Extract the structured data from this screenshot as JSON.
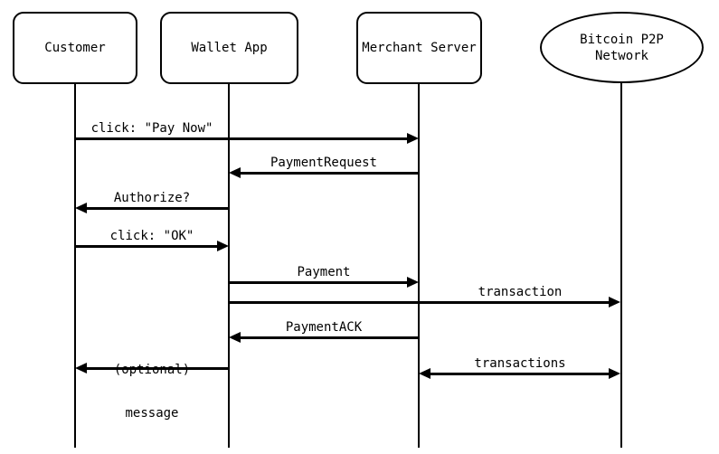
{
  "diagram": {
    "type": "sequence-diagram",
    "background": "#ffffff",
    "line_color": "#000000",
    "text_color": "#000000",
    "actors": [
      {
        "id": "customer",
        "label": "Customer",
        "shape": "rounded-rect"
      },
      {
        "id": "wallet-app",
        "label": "Wallet App",
        "shape": "rounded-rect"
      },
      {
        "id": "merchant-server",
        "label": "Merchant Server",
        "shape": "rounded-rect"
      },
      {
        "id": "bitcoin-p2p-network",
        "label": "Bitcoin P2P Network",
        "label_lines": [
          "Bitcoin P2P",
          "Network"
        ],
        "shape": "ellipse"
      }
    ],
    "messages": [
      {
        "from": "Customer",
        "to": "Merchant Server",
        "label": "click: \"Pay Now\"",
        "direction": "right"
      },
      {
        "from": "Merchant Server",
        "to": "Wallet App",
        "label": "PaymentRequest",
        "direction": "left"
      },
      {
        "from": "Wallet App",
        "to": "Customer",
        "label": "Authorize?",
        "direction": "left"
      },
      {
        "from": "Customer",
        "to": "Wallet App",
        "label": "click: \"OK\"",
        "direction": "right"
      },
      {
        "from": "Wallet App",
        "to": "Merchant Server",
        "label": "Payment",
        "direction": "right"
      },
      {
        "from": "Wallet App",
        "to": "Bitcoin P2P Network",
        "label": "transaction",
        "direction": "right"
      },
      {
        "from": "Merchant Server",
        "to": "Wallet App",
        "label": "PaymentACK",
        "direction": "left"
      },
      {
        "from": "Wallet App",
        "to": "Customer",
        "label": "(optional) message",
        "label_lines": [
          "(optional)",
          "message"
        ],
        "direction": "left"
      },
      {
        "from": "Merchant Server",
        "to": "Bitcoin P2P Network",
        "label": "transactions",
        "direction": "both"
      }
    ]
  }
}
